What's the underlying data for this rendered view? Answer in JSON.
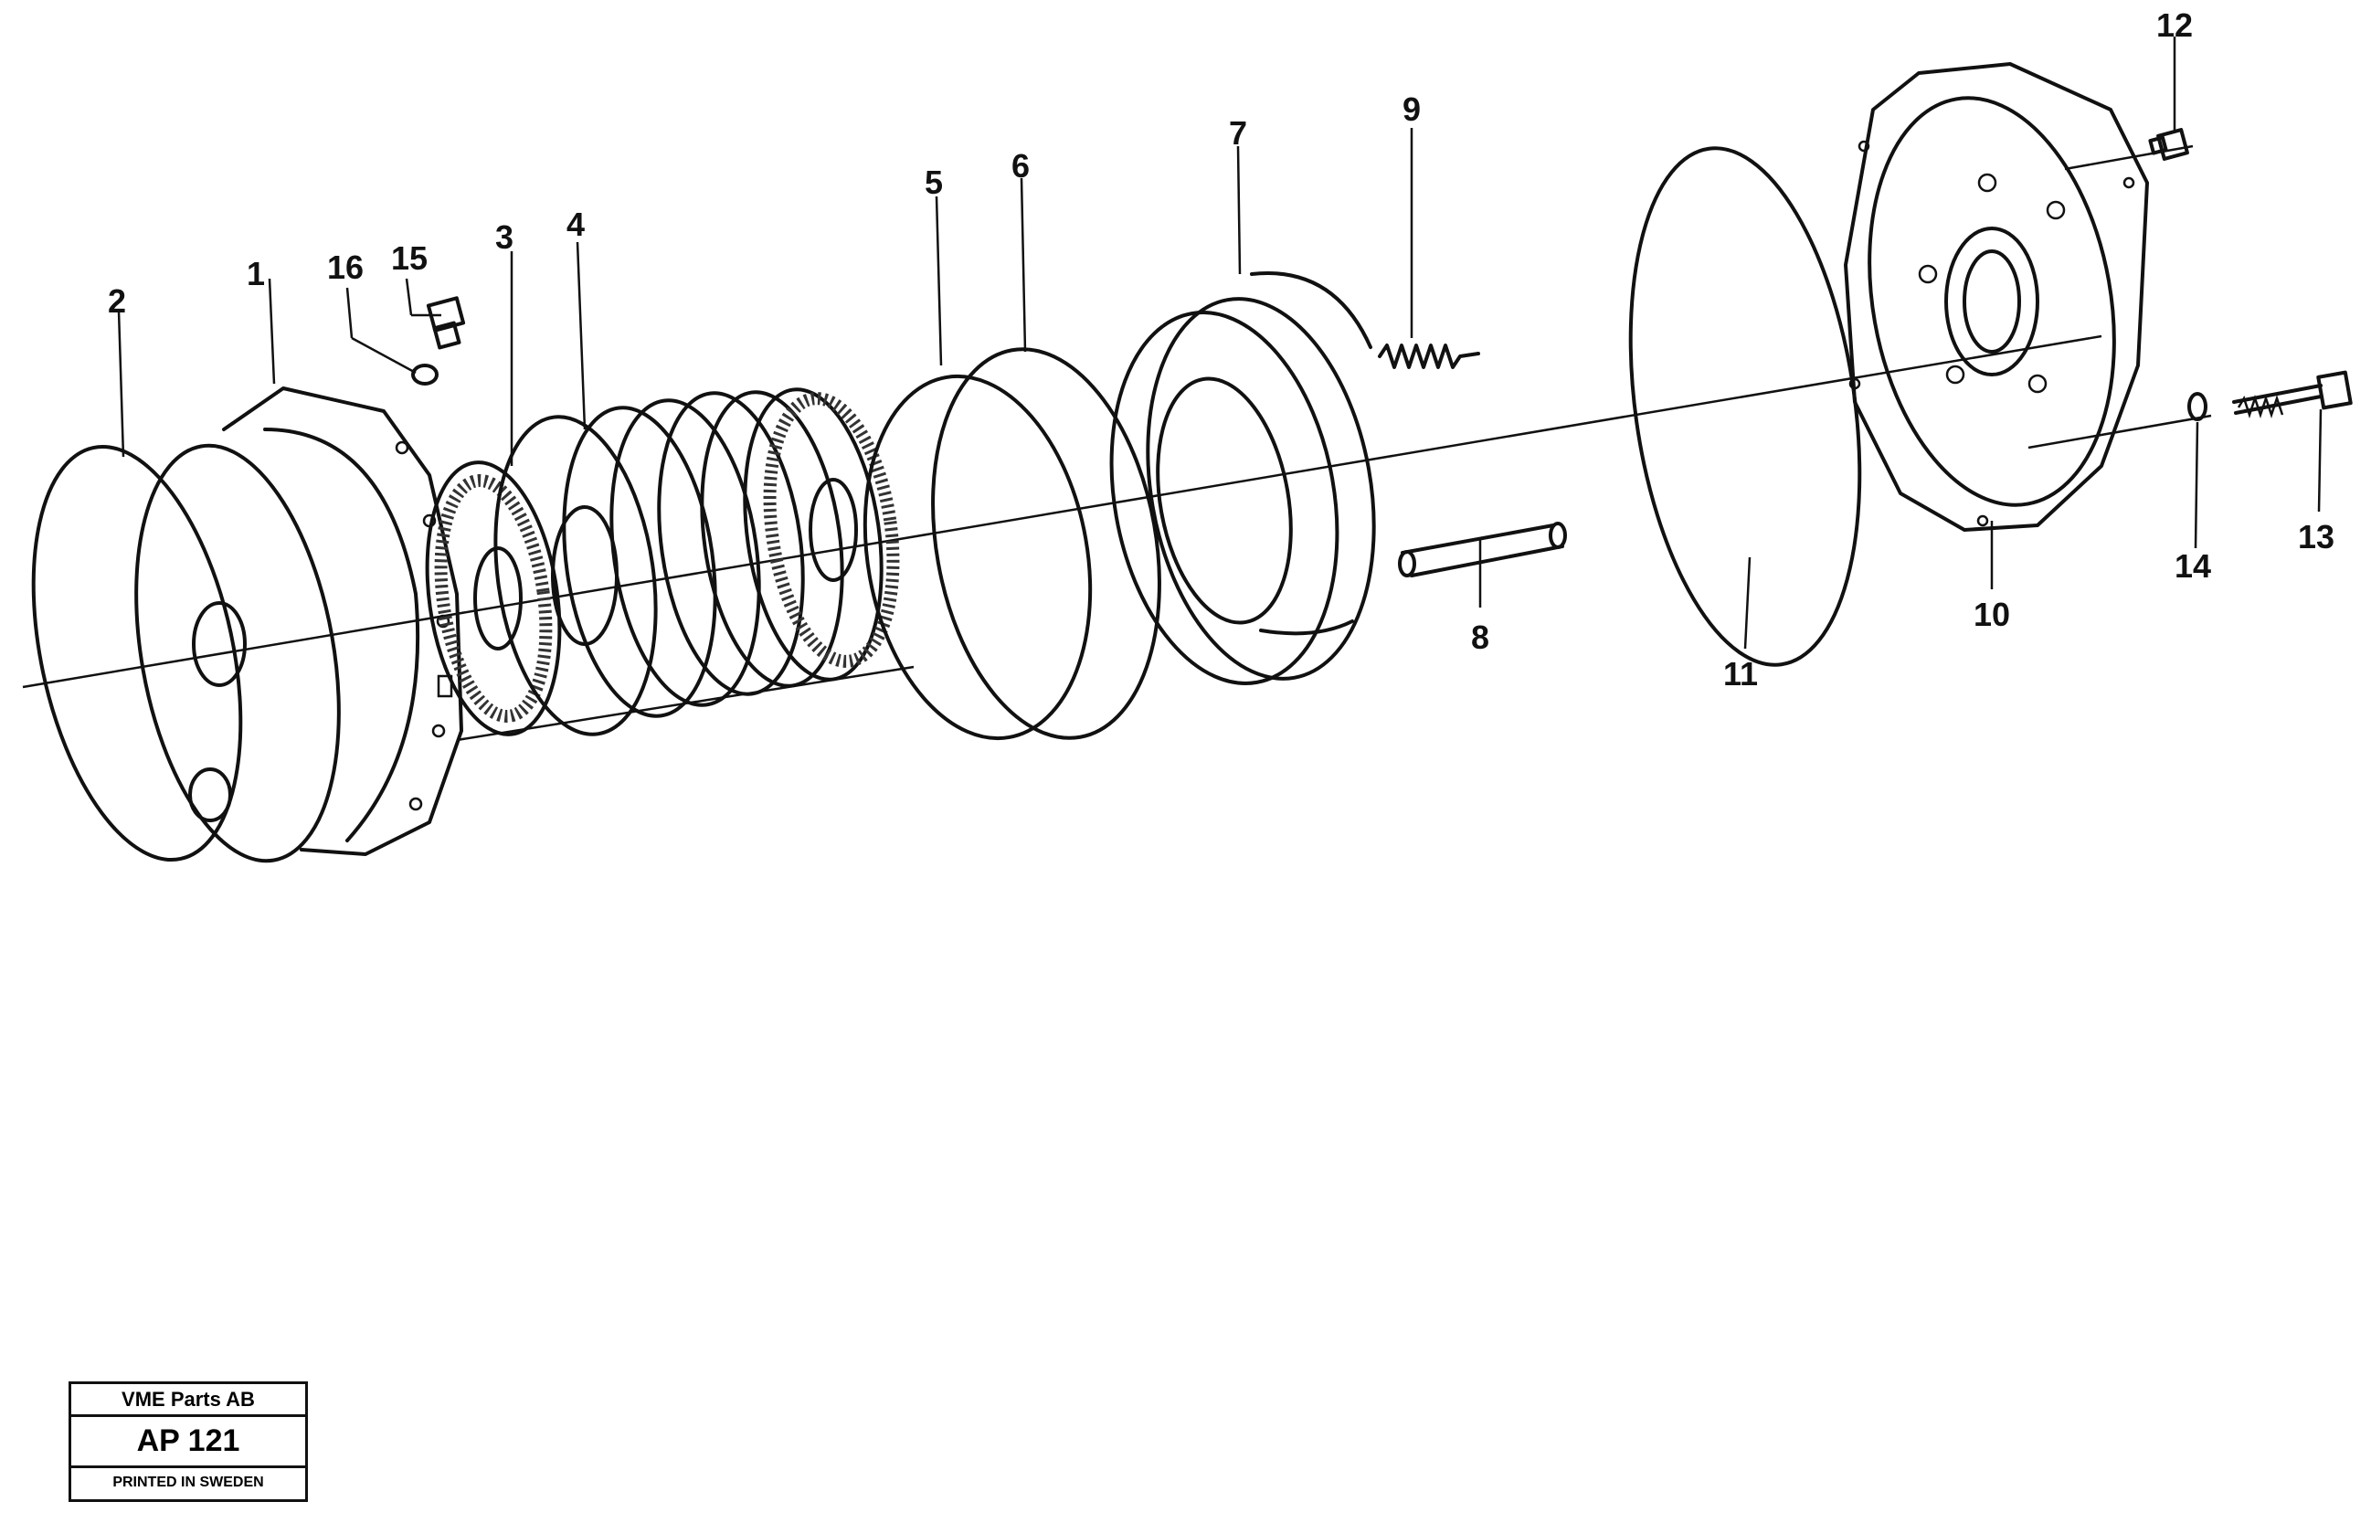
{
  "callouts": [
    "1",
    "2",
    "3",
    "4",
    "5",
    "6",
    "7",
    "8",
    "9",
    "10",
    "11",
    "12",
    "13",
    "14",
    "15",
    "16"
  ],
  "title_block": {
    "company": "VME Parts AB",
    "code": "AP 121",
    "printed": "PRINTED IN SWEDEN"
  }
}
